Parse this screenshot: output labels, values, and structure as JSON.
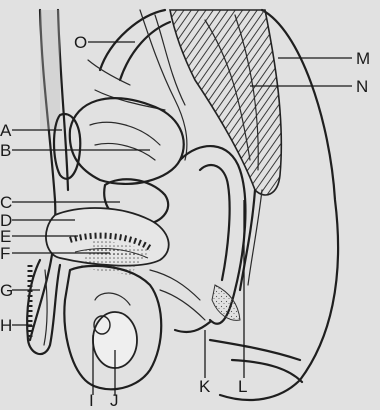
{
  "diagram": {
    "labels": [
      {
        "id": "O",
        "text": "O"
      },
      {
        "id": "M",
        "text": "M"
      },
      {
        "id": "N",
        "text": "N"
      },
      {
        "id": "A",
        "text": "A"
      },
      {
        "id": "B",
        "text": "B"
      },
      {
        "id": "C",
        "text": "C"
      },
      {
        "id": "D",
        "text": "D"
      },
      {
        "id": "E",
        "text": "E"
      },
      {
        "id": "F",
        "text": "F"
      },
      {
        "id": "G",
        "text": "G"
      },
      {
        "id": "H",
        "text": "H"
      },
      {
        "id": "I",
        "text": "I"
      },
      {
        "id": "J",
        "text": "J"
      },
      {
        "id": "K",
        "text": "K"
      },
      {
        "id": "L",
        "text": "L"
      }
    ]
  }
}
